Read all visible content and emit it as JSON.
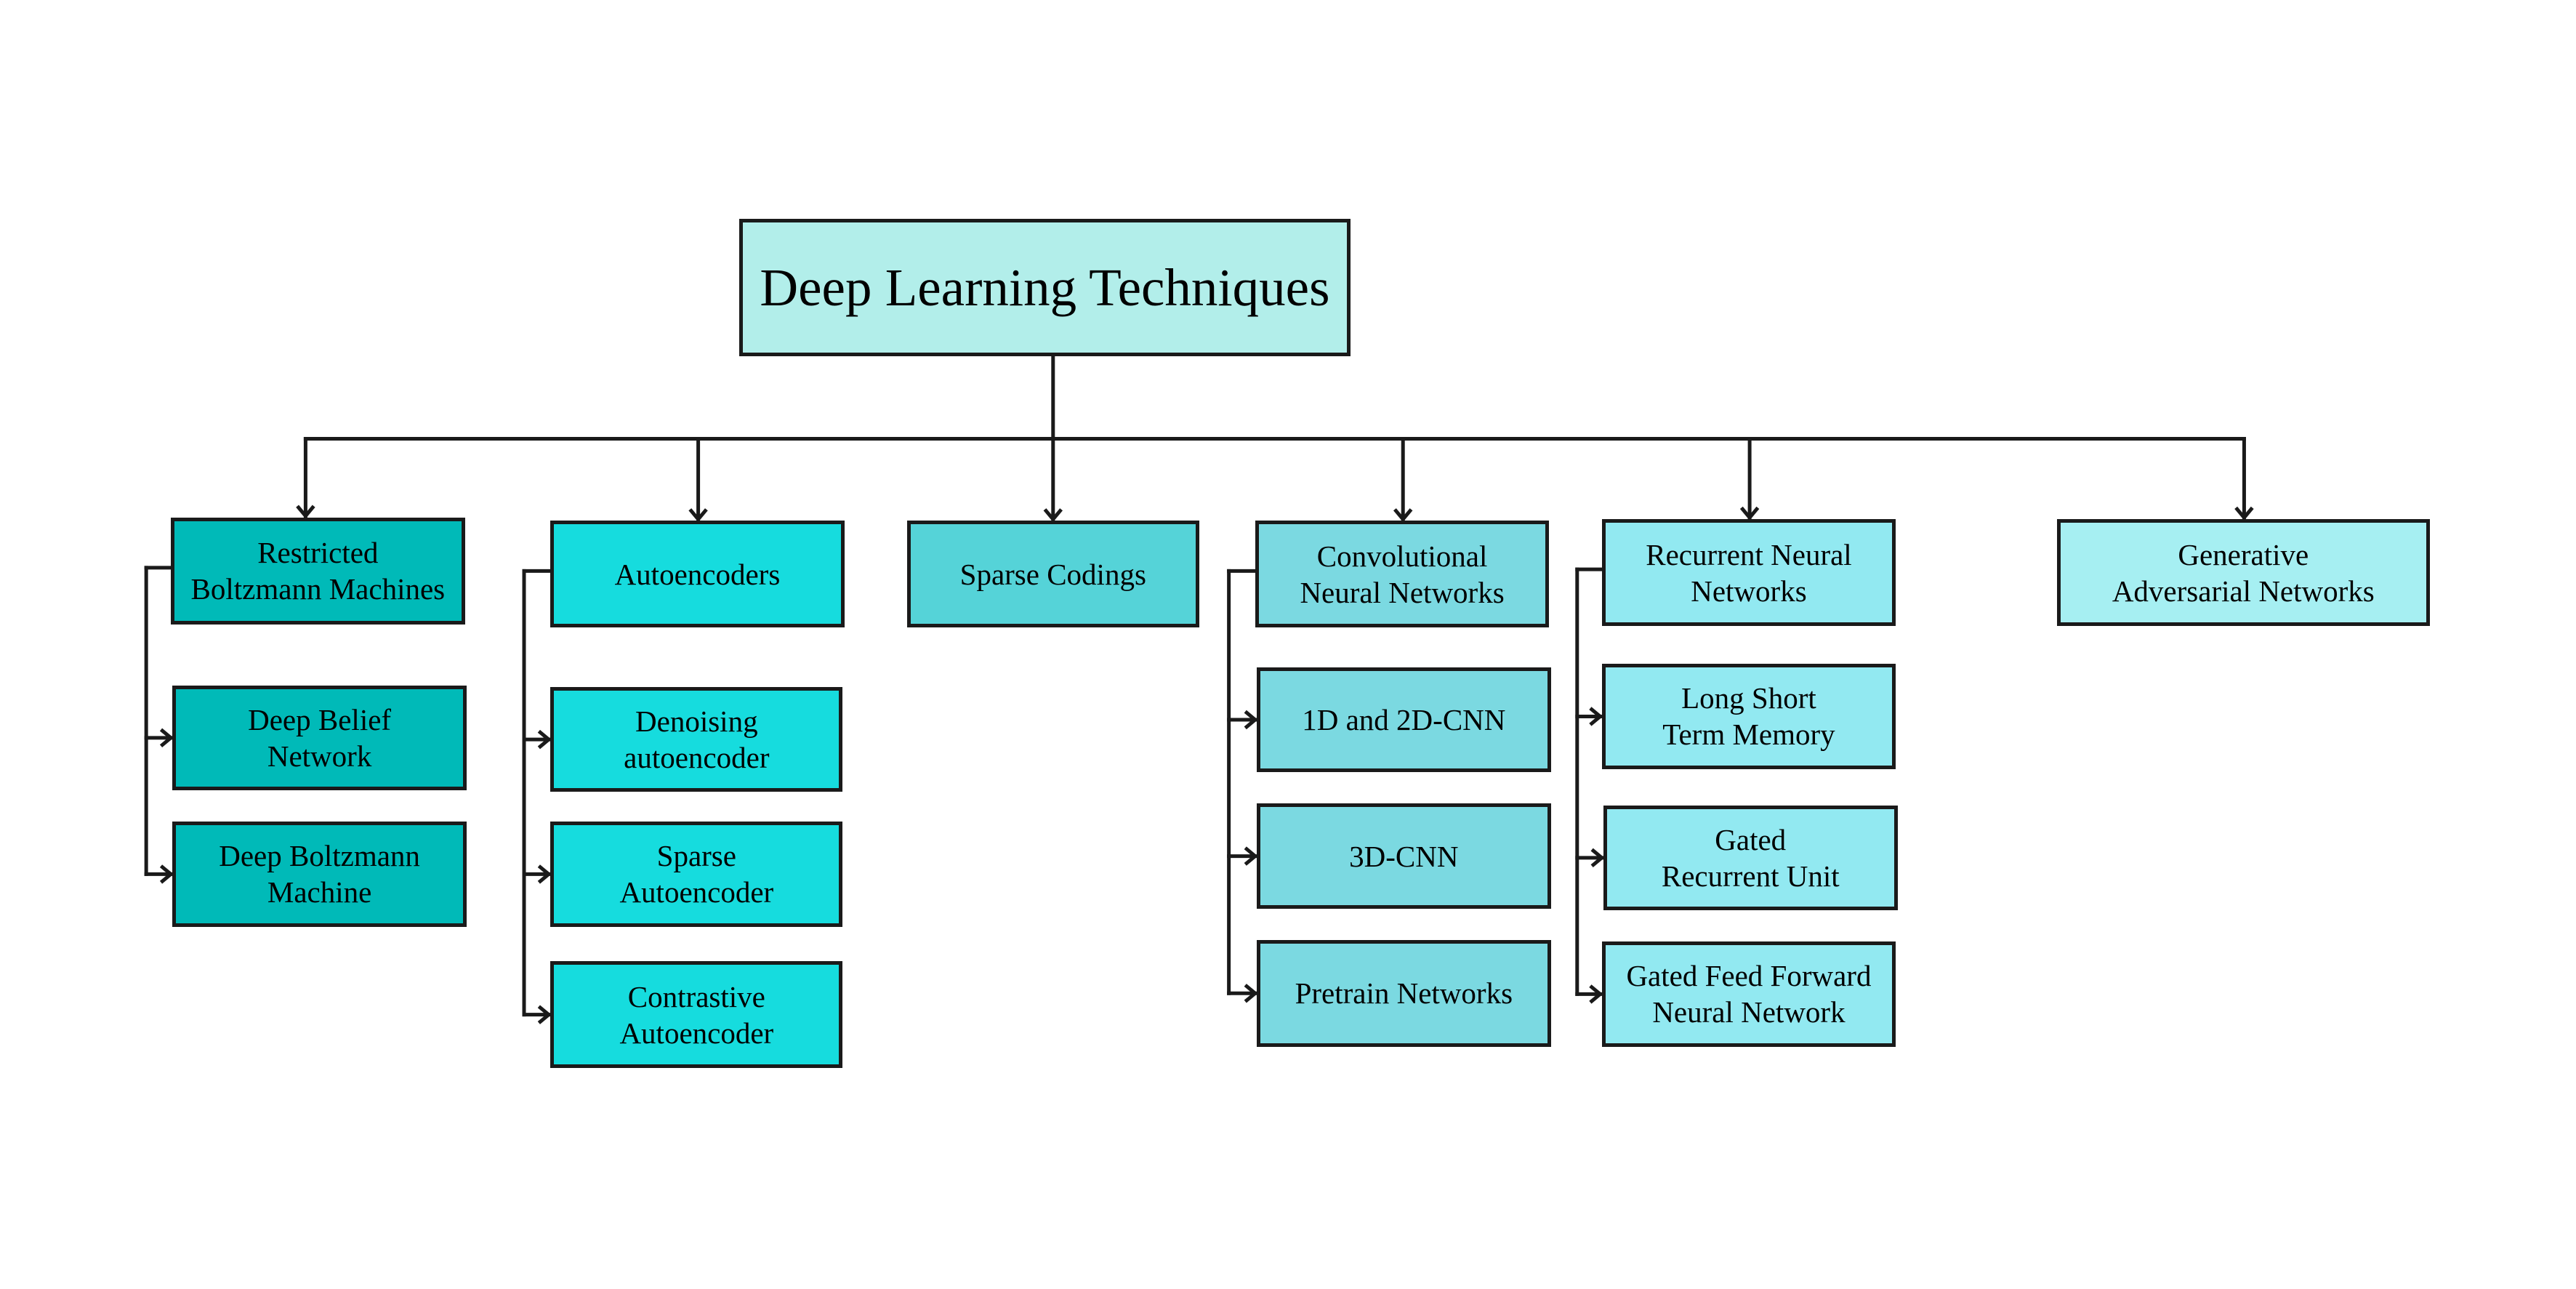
{
  "root": {
    "label": "Deep Learning Techniques",
    "color": "#b2eeea"
  },
  "categories": [
    {
      "label": "Restricted\nBoltzmann Machines",
      "color": "#00bab8",
      "children": [
        "Deep Belief\nNetwork",
        "Deep Boltzmann\nMachine"
      ]
    },
    {
      "label": "Autoencoders",
      "color": "#16dcde",
      "children": [
        "Denoising\nautoencoder",
        "Sparse\nAutoencoder",
        "Contrastive\nAutoencoder"
      ]
    },
    {
      "label": "Sparse Codings",
      "color": "#55d3d8",
      "children": []
    },
    {
      "label": "Convolutional\nNeural Networks",
      "color": "#7bd9e1",
      "children": [
        "1D and 2D-CNN",
        "3D-CNN",
        "Pretrain Networks"
      ]
    },
    {
      "label": "Recurrent Neural\nNetworks",
      "color": "#92e9f1",
      "children": [
        "Long Short\nTerm Memory",
        "Gated\nRecurrent Unit",
        "Gated Feed Forward\nNeural Network"
      ]
    },
    {
      "label": "Generative\nAdversarial Networks",
      "color": "#a6eff2",
      "children": []
    }
  ]
}
